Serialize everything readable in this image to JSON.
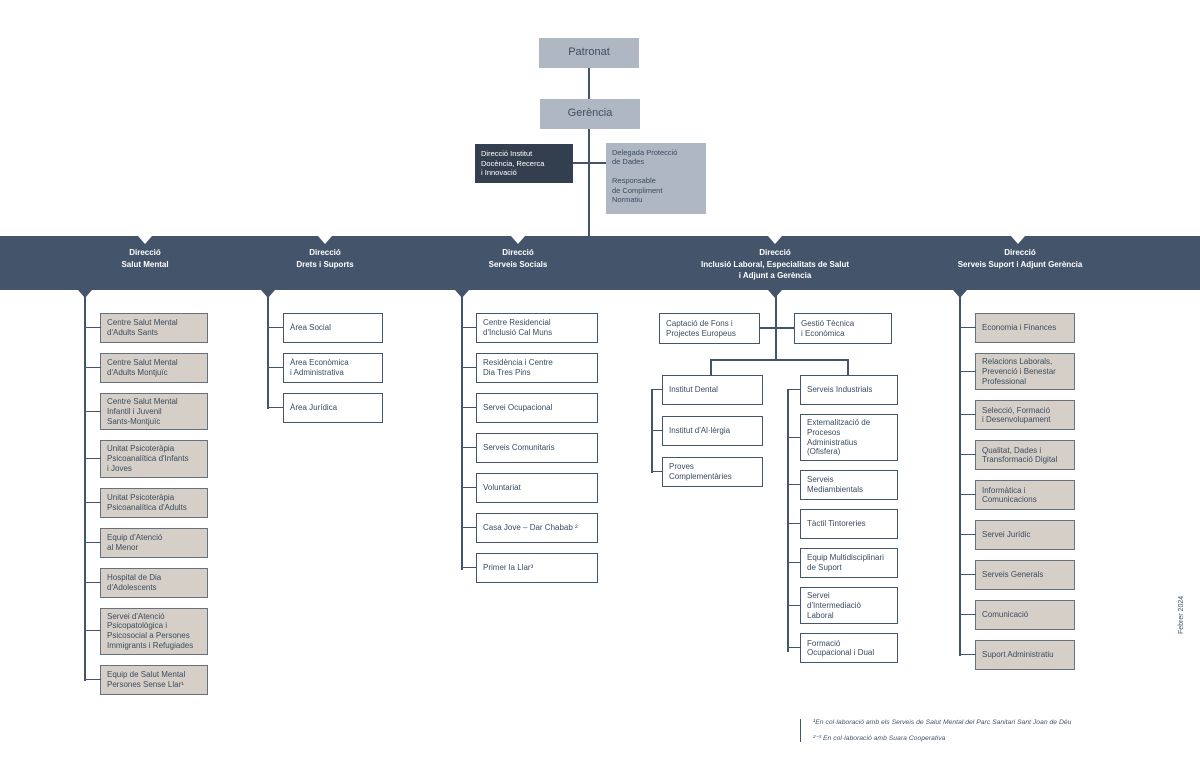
{
  "colors": {
    "band": "#44546a",
    "box_gray": "#aeb7c2",
    "box_dark": "#333f4e",
    "box_beige": "#d6cfc7",
    "line": "#44546a",
    "text": "#3a4c61"
  },
  "top": {
    "patronat": "Patronat",
    "gerencia": "Gerència",
    "institut": "Direcció Institut\nDocència, Recerca\ni Innovació",
    "delegada": "Delegada Protecció\nde Dades\n\nResponsable\nde Compliment\nNormatiu"
  },
  "band": {
    "directions": [
      "Direcció\nSalut Mental",
      "Direcció\nDrets i Suports",
      "Direcció\nServeis Socials",
      "Direcció\nInclusió Laboral, Especialitats de Salut\ni Adjunt a Gerència",
      "Direcció\nServeis Suport i Adjunt Gerència"
    ]
  },
  "columns": {
    "salut_mental": {
      "items": [
        "Centre Salut Mental\nd'Adults Sants",
        "Centre Salut Mental\nd'Adults Montjuïc",
        "Centre Salut Mental\nInfantil i Juvenil\nSants-Montjuïc",
        "Unitat Psicoteràpia\nPsicoanalítica d'Infants\ni Joves",
        "Unitat Psicoteràpia\nPsicoanalítica d'Adults",
        "Equip d'Atenció\nal Menor",
        "Hospital de Dia\nd'Adolescents",
        "Servei d'Atenció\nPsicopatològica i\nPsicosocial a Persones\nImmigrants i Refugiades",
        "Equip de Salut Mental\nPersones Sense Llar¹"
      ]
    },
    "drets_i_suports": {
      "items": [
        "Àrea Social",
        "Àrea Econòmica\ni Administrativa",
        "Àrea Jurídica"
      ]
    },
    "serveis_socials": {
      "items": [
        "Centre Residencial\nd'Inclusió Cal Muns",
        "Residència i Centre\nDia Tres Pins",
        "Servei Ocupacional",
        "Serveis Comunitaris",
        "Voluntariat",
        "Casa Jove – Dar Chabab ²",
        "Primer la Llar³"
      ]
    },
    "inclusio_laboral": {
      "top_left": "Captació de Fons i\nProjectes Europeus",
      "top_right": "Gestió Tècnica\ni Econòmica",
      "left_items": [
        "Institut Dental",
        "Institut d'Al·lèrgia",
        "Proves\nComplementàries"
      ],
      "right_items": [
        "Serveis Industrials",
        "Externalització de\nProcesos\nAdministratius\n(Ofisfera)",
        "Serveis\nMediambientals",
        "Tàctil Tintoreries",
        "Equip Multidisciplinari\nde Suport",
        "Servei\nd'Intermediació\nLaboral",
        "Formació\nOcupacional i Dual"
      ]
    },
    "serveis_suport": {
      "items": [
        "Economia i Finances",
        "Relacions Laborals,\nPrevenció i Benestar\nProfessional",
        "Selecció, Formació\ni Desenvolupament",
        "Qualitat, Dades i\nTransformació Digital",
        "Informàtica i\nComunicacions",
        "Servei Jurídic",
        "Serveis Generals",
        "Comunicació",
        "Suport Administratiu"
      ]
    }
  },
  "footnotes": [
    "¹En col·laboració amb els Serveis de Salut Mental del Parc Sanitari Sant Joan de Déu",
    "²⁻³ En col·laboració amb Suara Cooperativa"
  ],
  "date_label": "Febrer 2024"
}
